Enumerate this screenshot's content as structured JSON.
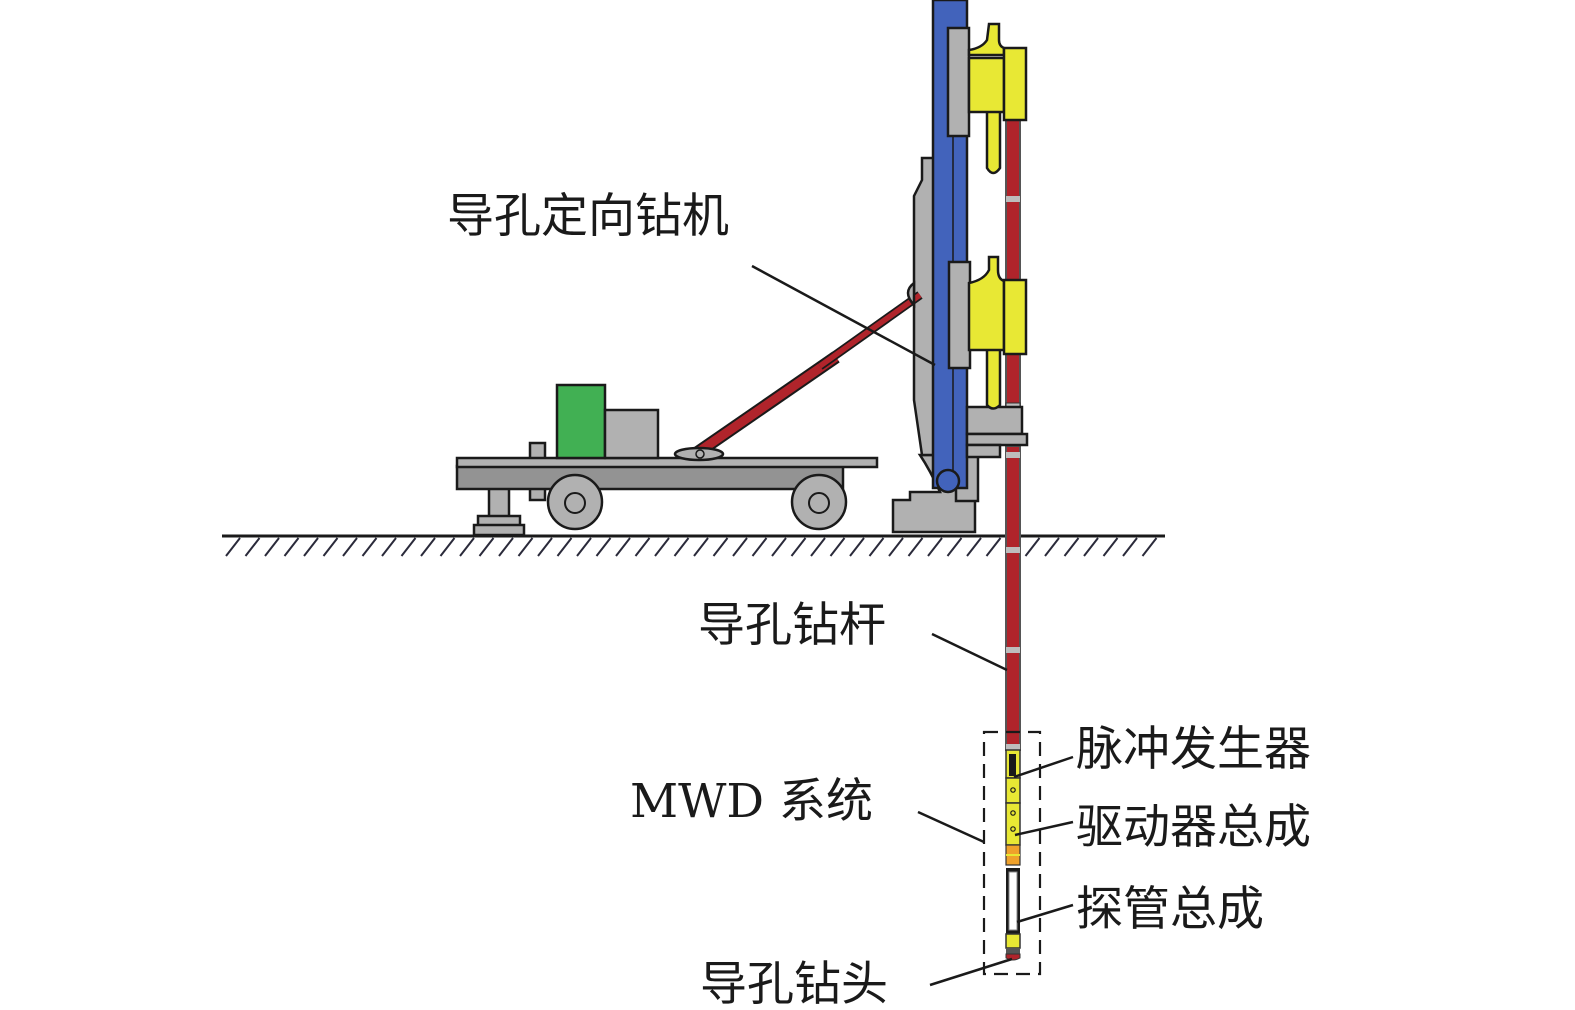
{
  "diagram": {
    "title": "",
    "colors": {
      "mast": "#4263bb",
      "frame": "#b1b1b1",
      "frame_dark": "#939393",
      "clamp": "#e8e834",
      "drill_rod": "#b0242b",
      "rod_joint": "#bdbdbd",
      "engine": "#41b053",
      "orange_band": "#f0a22b",
      "outline": "#1a1a1a"
    },
    "labels": {
      "rig": "导孔定向钻机",
      "drill_rod": "导孔钻杆",
      "mwd_system": "MWD 系统",
      "pulser": "脉冲发生器",
      "driver_assembly": "驱动器总成",
      "probe_assembly": "探管总成",
      "drill_bit": "导孔钻头"
    },
    "components": [
      {
        "id": "rig",
        "label": "导孔定向钻机",
        "kind": "surface rig on wheeled trailer"
      },
      {
        "id": "drill_rod",
        "label": "导孔钻杆",
        "kind": "vertical drill pipe"
      },
      {
        "id": "mwd_system",
        "label": "MWD 系统",
        "kind": "dashed enclosure group"
      },
      {
        "id": "pulser",
        "label": "脉冲发生器",
        "parent": "mwd_system"
      },
      {
        "id": "driver_assembly",
        "label": "驱动器总成",
        "parent": "mwd_system"
      },
      {
        "id": "probe_assembly",
        "label": "探管总成",
        "parent": "mwd_system"
      },
      {
        "id": "drill_bit",
        "label": "导孔钻头",
        "kind": "bit at bottom of string"
      }
    ],
    "edges": [
      {
        "from": "rig",
        "to": "drill_rod",
        "relation": "drives"
      },
      {
        "from": "drill_rod",
        "to": "mwd_system",
        "relation": "connects"
      },
      {
        "from": "mwd_system",
        "to": "drill_bit",
        "relation": "connects"
      }
    ]
  }
}
